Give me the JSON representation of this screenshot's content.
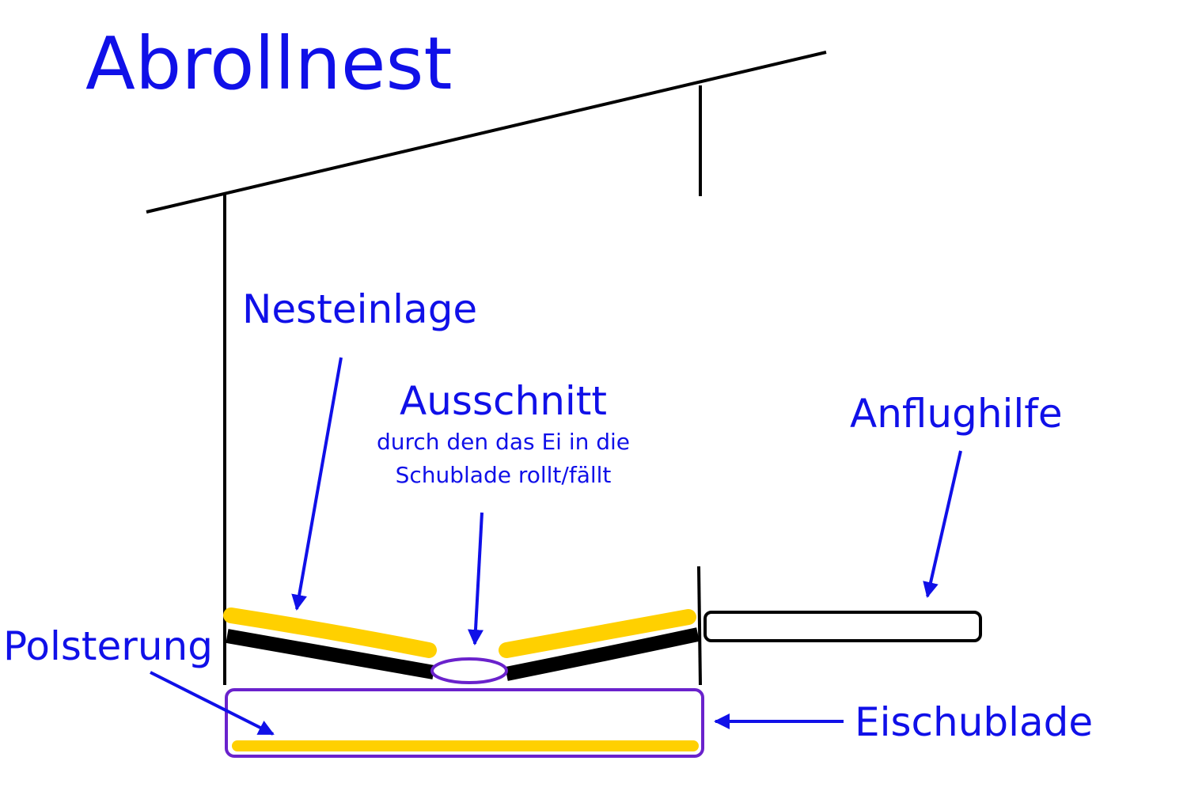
{
  "title": "Abrollnest",
  "labels": {
    "nesteinlage": "Nesteinlage",
    "ausschnitt": "Ausschnitt",
    "ausschnitt_note_line1": "durch den das Ei in die",
    "ausschnitt_note_line2": "Schublade rollt/fällt",
    "anflughilfe": "Anflughilfe",
    "polsterung": "Polsterung",
    "eischublade": "Eischublade"
  },
  "colors": {
    "label_blue": "#1010e8",
    "padding_yellow": "#ffd000",
    "drawer_purple": "#6a22cc",
    "structure_black": "#000000"
  }
}
